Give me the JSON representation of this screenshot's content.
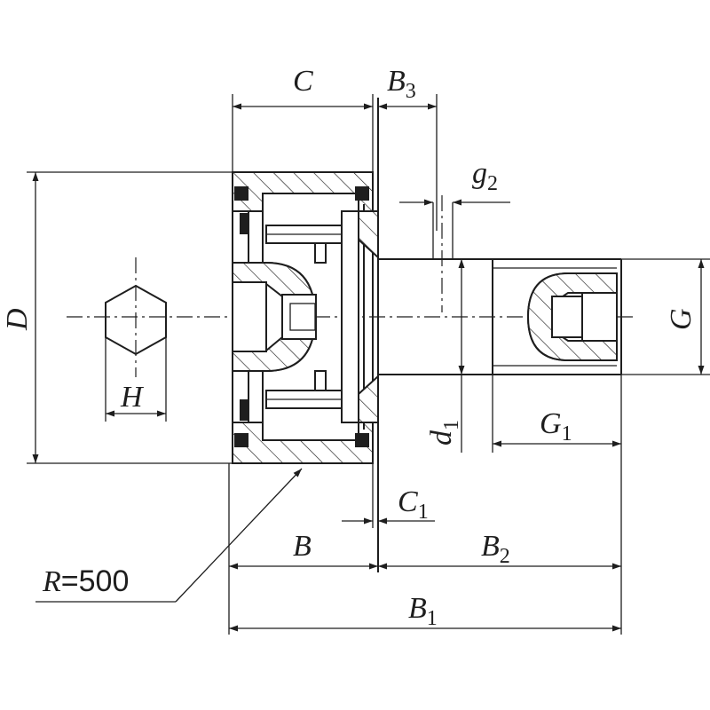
{
  "labels": {
    "C": "C",
    "B3": {
      "main": "B",
      "sub": "3"
    },
    "g2": {
      "main": "g",
      "sub": "2"
    },
    "D": "D",
    "G": "G",
    "H": "H",
    "d1": {
      "main": "d",
      "sub": "1"
    },
    "G1": {
      "main": "G",
      "sub": "1"
    },
    "C1": {
      "main": "C",
      "sub": "1"
    },
    "B": "B",
    "B2": {
      "main": "B",
      "sub": "2"
    },
    "B1": {
      "main": "B",
      "sub": "1"
    },
    "R": {
      "symbol": "R",
      "value": "=500"
    }
  }
}
